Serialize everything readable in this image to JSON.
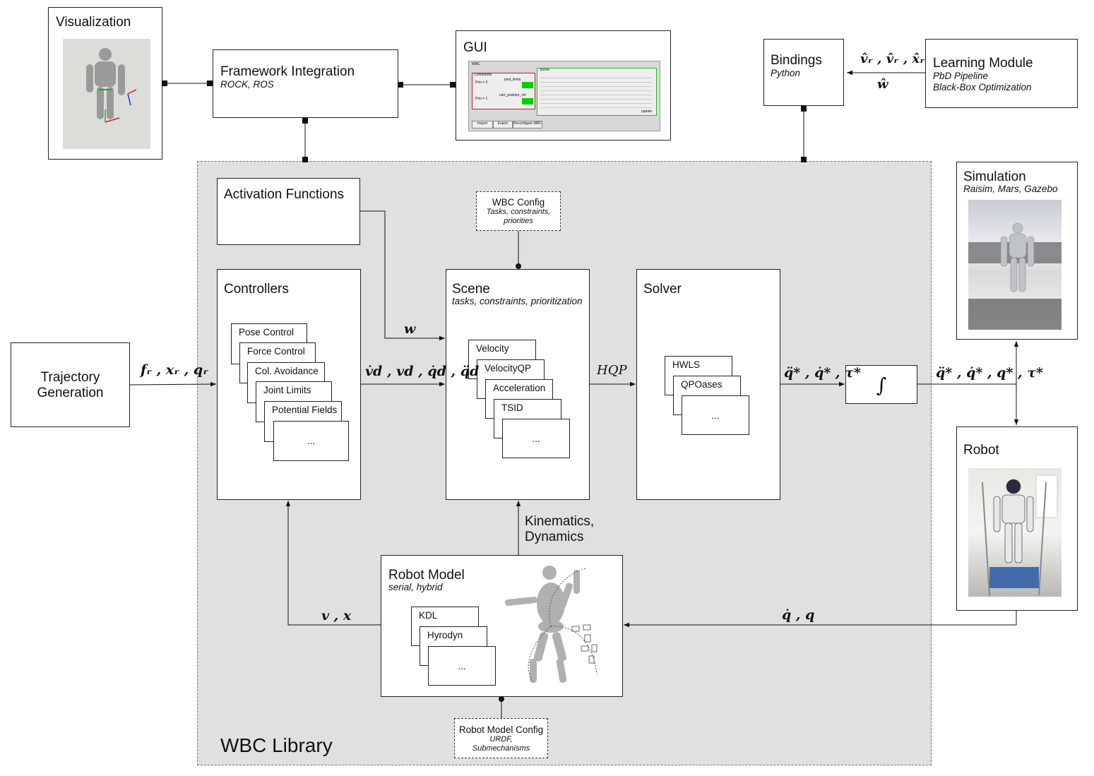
{
  "visualization": {
    "title": "Visualization"
  },
  "framework": {
    "title": "Framework Integration",
    "sub": "ROCK, ROS"
  },
  "gui": {
    "title": "GUI",
    "panel_wbc": "WBC",
    "panel_constraints": "Constraints",
    "panel_solver": "Solver",
    "btn_import": "Import",
    "btn_export": "Export",
    "btn_reconfigure": "Reconfigure WBC",
    "tiny_joint_limits": "joint_limits",
    "tiny_cart_position": "cart_position_ctrl",
    "tiny_prio0": "Prio = 0",
    "tiny_prio1": "Prio = 1",
    "tiny_update": "update"
  },
  "bindings": {
    "title": "Bindings",
    "sub": "Python"
  },
  "learning": {
    "title": "Learning Module",
    "sub1": "PbD Pipeline",
    "sub2": "Black-Box Optimization"
  },
  "learning_signal": {
    "top": "v̂ᵣ , v̂ᵣ , x̂ᵣ",
    "bottom": "ŵ"
  },
  "trajectory": {
    "line1": "Trajectory",
    "line2": "Generation"
  },
  "activation": {
    "title": "Activation Functions"
  },
  "wbc_config": {
    "title": "WBC Config",
    "sub": "Tasks, constraints, priorities"
  },
  "controllers": {
    "title": "Controllers",
    "items": [
      "Pose Control",
      "Force Control",
      "Col. Avoidance",
      "Joint Limits",
      "Potential Fields",
      "..."
    ]
  },
  "scene": {
    "title": "Scene",
    "sub": "tasks, constraints, prioritization",
    "items": [
      "Velocity",
      "VelocityQP",
      "Acceleration",
      "TSID",
      "..."
    ]
  },
  "solver": {
    "title": "Solver",
    "items": [
      "HWLS",
      "QPOases",
      "..."
    ]
  },
  "integrator": {
    "symbol": "∫"
  },
  "simulation": {
    "title": "Simulation",
    "sub": "Raisim, Mars, Gazebo"
  },
  "robot": {
    "title": "Robot"
  },
  "robot_model": {
    "title": "Robot Model",
    "sub": "serial, hybrid",
    "items": [
      "KDL",
      "Hyrodyn",
      "..."
    ]
  },
  "robot_model_config": {
    "title": "Robot Model Config",
    "sub1": "URDF,",
    "sub2": "Submechanisms"
  },
  "library": {
    "label": "WBC Library"
  },
  "signals": {
    "w": "w",
    "fr": "fᵣ , xᵣ , qᵣ",
    "vd": "v̇d , vd , q̇d , q̈d",
    "hqp": "HQP",
    "qstar": "q̈* , q̇* , τ*",
    "qstar2": "q̈* , q̇* , q* , τ*",
    "kin": "Kinematics,",
    "dyn": "Dynamics",
    "vx": "v , x",
    "qq": "q̇ , q"
  },
  "colors": {
    "library_bg": "#e0e0e0",
    "gui_green": "#00d000",
    "gui_red": "#c02020"
  }
}
